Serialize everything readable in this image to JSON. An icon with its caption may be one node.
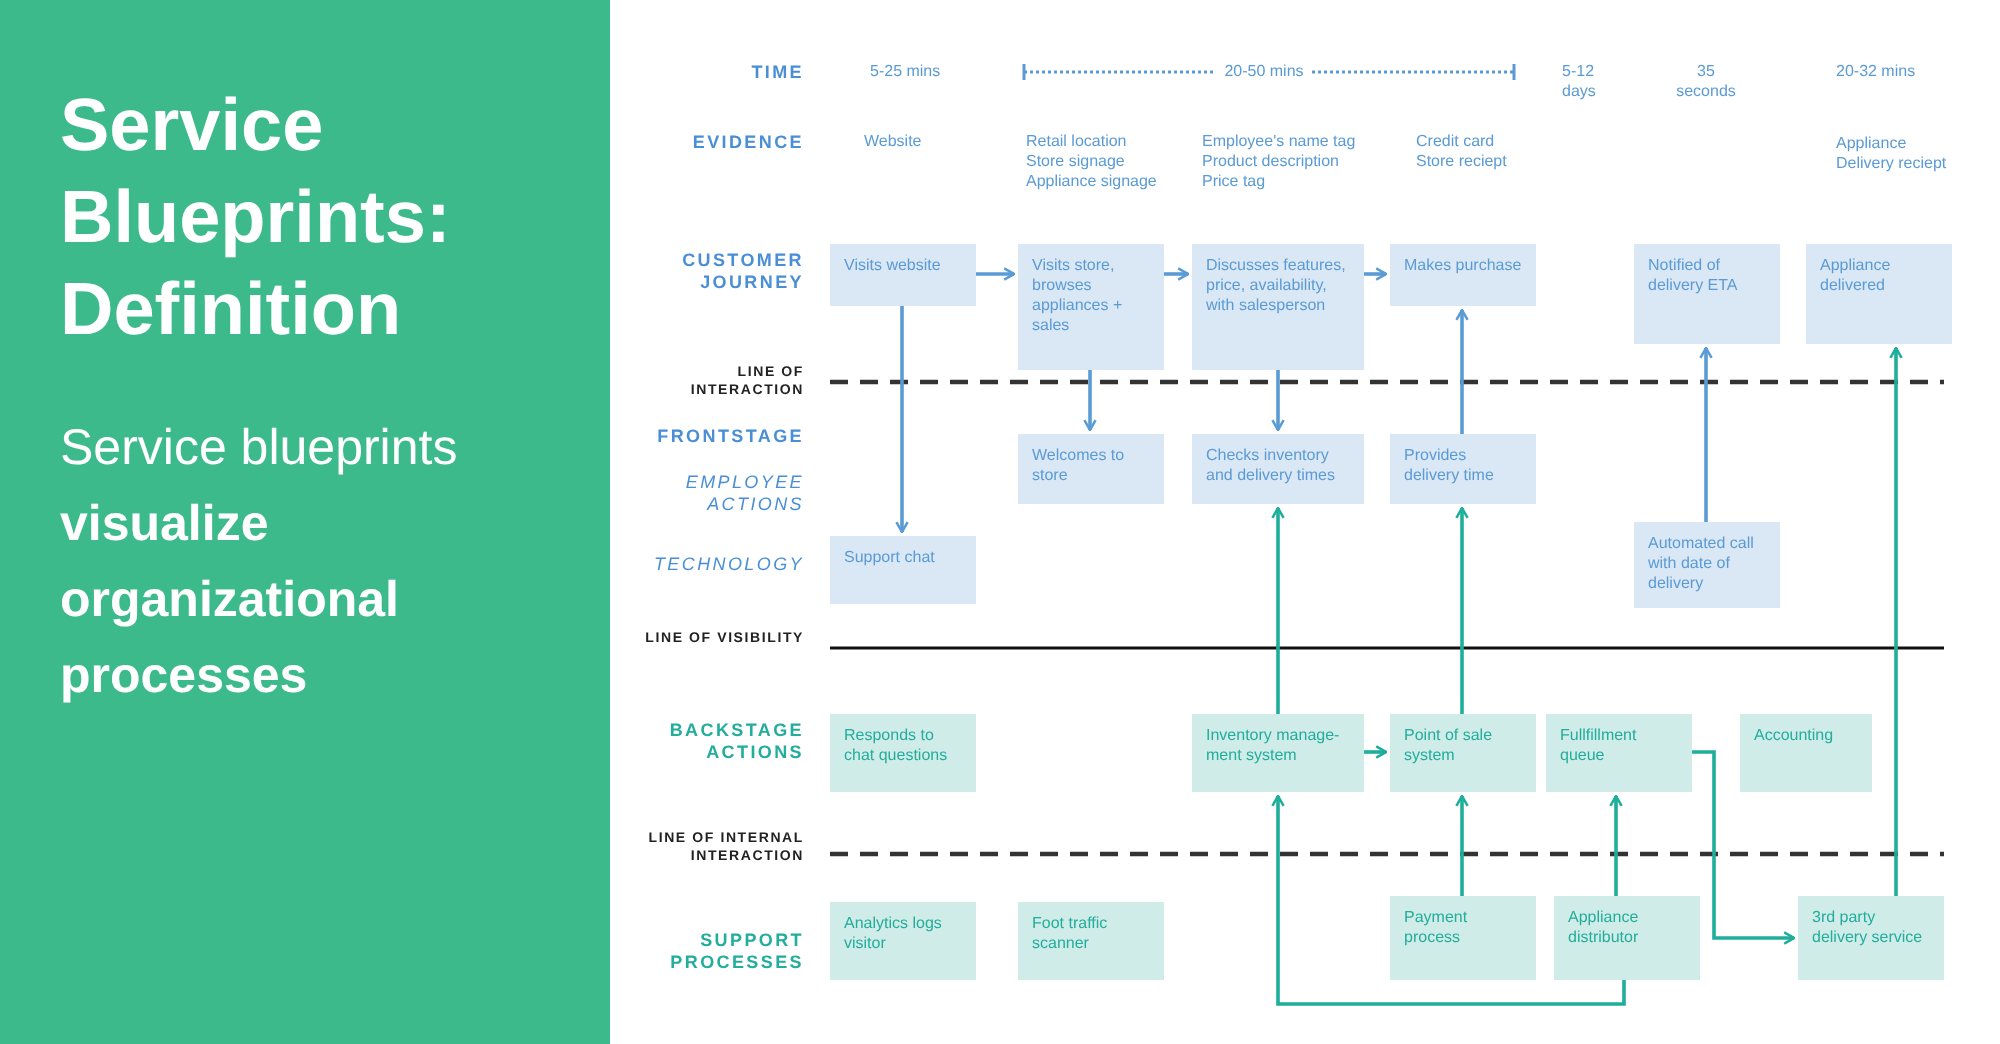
{
  "diagram": {
    "title": "Service Blueprints: Definition",
    "caption": "Service blueprints **visualize organizational processes**",
    "nodes": [
      {
        "text": [
          "Visits website"
        ]
      },
      {
        "text": [
          "Visits store, browses appliances + sales"
        ]
      },
      {
        "text": [
          "Discusses features, price, availability, with salesperson"
        ]
      },
      {
        "text": [
          "Makes purchase"
        ]
      },
      {
        "text": [
          "Notified of delivery ETA"
        ]
      },
      {
        "text": [
          "Appliance delivered"
        ]
      },
      {
        "text": [
          "Welcomes to store"
        ]
      },
      {
        "text": [
          "Checks inventory and delivery times"
        ]
      },
      {
        "text": [
          "Provides delivery time"
        ]
      },
      {
        "text": [
          "Support chat"
        ]
      },
      {
        "text": [
          "Automated call with date of delivery"
        ]
      },
      {
        "text": [
          "Responds to chat questions"
        ]
      },
      {
        "text": [
          "Inventory manage-ment system"
        ]
      },
      {
        "text": [
          "Point of sale system"
        ]
      },
      {
        "text": [
          "Fullfillment queue"
        ]
      },
      {
        "text": [
          "Accounting"
        ]
      },
      {
        "text": [
          "Analytics logs visitor"
        ]
      },
      {
        "text": [
          "Foot traffic scanner"
        ]
      },
      {
        "text": [
          "Payment process"
        ]
      },
      {
        "text": [
          "Appliance distributor"
        ]
      },
      {
        "text": [
          "3rd party delivery service"
        ]
      }
    ],
    "edges": [
      {
        "from": 0,
        "to": 1,
        "arrow": "to",
        "color": "#5b9bd5"
      },
      {
        "from": 1,
        "to": 2,
        "arrow": "to",
        "color": "#5b9bd5"
      },
      {
        "from": 2,
        "to": 3,
        "arrow": "to",
        "color": "#5b9bd5"
      },
      {
        "from": 0,
        "to": 9,
        "arrow": "to",
        "color": "#5b9bd5"
      },
      {
        "from": 1,
        "to": 6,
        "arrow": "to",
        "color": "#5b9bd5"
      },
      {
        "from": 2,
        "to": 7,
        "arrow": "to",
        "color": "#5b9bd5"
      },
      {
        "from": 8,
        "to": 3,
        "arrow": "to",
        "color": "#5b9bd5"
      },
      {
        "from": 10,
        "to": 4,
        "arrow": "to",
        "color": "#5b9bd5"
      },
      {
        "from": 12,
        "to": 7,
        "arrow": "to",
        "color": "#1fae9b"
      },
      {
        "from": 13,
        "to": 8,
        "arrow": "to",
        "color": "#1fae9b"
      },
      {
        "from": 20,
        "to": 5,
        "arrow": "to",
        "color": "#1fae9b"
      },
      {
        "from": 12,
        "to": 13,
        "arrow": "to",
        "color": "#1fae9b"
      },
      {
        "from": 18,
        "to": 13,
        "arrow": "to",
        "color": "#1fae9b"
      },
      {
        "from": 19,
        "to": 14,
        "arrow": "to",
        "color": "#1fae9b"
      },
      {
        "from": 19,
        "to": 12,
        "arrow": "to",
        "color": "#1fae9b"
      },
      {
        "from": 14,
        "to": 20,
        "arrow": "to",
        "color": "#1fae9b"
      }
    ],
    "labels": [
      "TIME",
      "5-25 mins",
      "20-50 mins",
      "5-12 days",
      "35 seconds",
      "20-32 mins",
      "EVIDENCE",
      "Website",
      "Retail location",
      "Store signage",
      "Appliance signage",
      "Employee's name tag",
      "Product description",
      "Price tag",
      "Credit card",
      "Store reciept",
      "Appliance",
      "Delivery reciept",
      "CUSTOMER JOURNEY",
      "LINE OF INTERACTION",
      "FRONTSTAGE",
      "EMPLOYEE ACTIONS",
      "TECHNOLOGY",
      "LINE OF VISIBILITY",
      "BACKSTAGE ACTIONS",
      "LINE OF INTERNAL INTERACTION",
      "SUPPORT PROCESSES"
    ]
  }
}
